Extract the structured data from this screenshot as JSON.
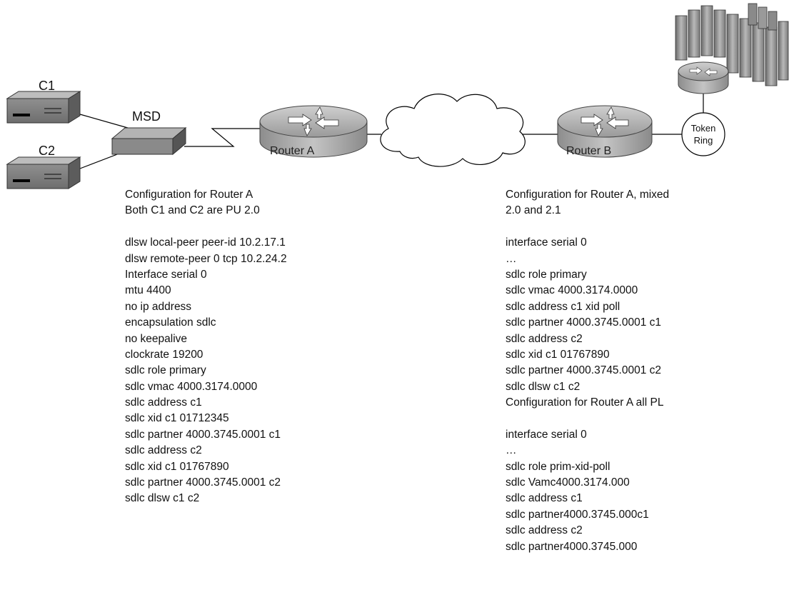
{
  "devices": {
    "c1": "C1",
    "c2": "C2",
    "msd": "MSD",
    "router_a": "Router A",
    "router_b": "Router B",
    "token_ring": [
      "Token",
      "Ring"
    ]
  },
  "config_left": [
    "Configuration for Router A",
    "Both C1 and C2 are PU 2.0",
    "",
    "dlsw local-peer peer-id 10.2.17.1",
    "dlsw remote-peer 0 tcp 10.2.24.2",
    "Interface serial 0",
    "mtu 4400",
    "no ip address",
    "encapsulation sdlc",
    "no keepalive",
    "clockrate 19200",
    "sdlc role primary",
    "sdlc vmac 4000.3174.0000",
    "sdlc address  c1",
    "sdlc xid c1 01712345",
    "sdlc partner 4000.3745.0001 c1",
    "sdlc address  c2",
    "sdlc xid c1 01767890",
    "sdlc partner 4000.3745.0001 c2",
    "sdlc dlsw c1 c2"
  ],
  "config_right": [
    "Configuration for Router A, mixed",
    "2.0 and 2.1",
    "",
    "interface serial 0",
    "…",
    "sdlc role primary",
    "sdlc vmac 4000.3174.0000",
    "sdlc address  c1 xid poll",
    "sdlc partner 4000.3745.0001 c1",
    "sdlc address  c2",
    "sdlc xid c1 01767890",
    "sdlc partner 4000.3745.0001 c2",
    "sdlc dlsw c1 c2",
    "Configuration for Router A all PL",
    "",
    "interface serial 0",
    "…",
    "sdlc role prim-xid-poll",
    "sdlc Vamc4000.3174.000",
    "sdlc address c1",
    "sdlc partner4000.3745.000c1",
    "sdlc address c2",
    "sdlc partner4000.3745.000"
  ]
}
